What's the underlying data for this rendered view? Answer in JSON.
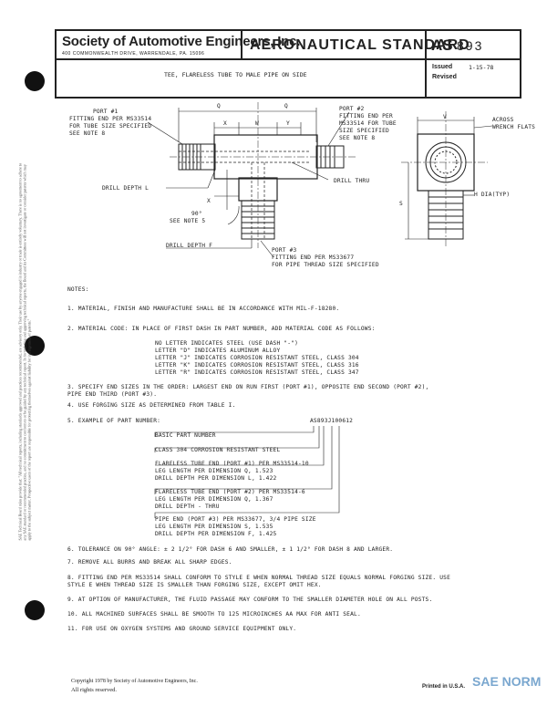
{
  "header": {
    "society": "Society of Automotive Engineers, Inc.",
    "address": "400 COMMONWEALTH DRIVE, WARRENDALE, PA. 15096",
    "standard": "AERONAUTICAL STANDARD",
    "as_label": "AS",
    "as_number": "893",
    "title": "TEE, FLARELESS TUBE TO MALE PIPE ON SIDE",
    "issued_label": "Issued",
    "issued_date": "1-15-78",
    "revised_label": "Revised"
  },
  "drawing": {
    "port1_title": "PORT #1",
    "port1_lines": [
      "FITTING END PER MS33514",
      "FOR TUBE SIZE SPECIFIED",
      "SEE NOTE 8"
    ],
    "port2_title": "PORT #2",
    "port2_lines": [
      "FITTING END PER",
      "MS33514 FOR TUBE",
      "SIZE SPECIFIED",
      "SEE NOTE 8"
    ],
    "port3_title": "PORT #3",
    "port3_lines": [
      "FITTING END PER MS33677",
      "FOR PIPE THREAD SIZE SPECIFIED"
    ],
    "drill_depth_l": "DRILL DEPTH L",
    "drill_depth_f": "DRILL DEPTH F",
    "drill_thru": "DRILL THRU",
    "angle": "90°",
    "angle_note": "SEE NOTE 5",
    "across_flats": [
      "ACROSS",
      "WRENCH FLATS"
    ],
    "dia_typ": "H DIA(TYP)",
    "dims": {
      "q1": "Q",
      "q2": "Q",
      "x": "X",
      "w": "W",
      "y": "Y",
      "v": "V",
      "s": "S"
    }
  },
  "notes_label": "NOTES:",
  "notes": [
    "1.  MATERIAL, FINISH AND MANUFACTURE SHALL BE IN ACCORDANCE WITH MIL-F-18280.",
    "2.  MATERIAL CODE:  IN PLACE OF FIRST DASH IN PART NUMBER, ADD MATERIAL CODE AS FOLLOWS:",
    "3.  SPECIFY END SIZES IN THE ORDER:  LARGEST END ON RUN FIRST (PORT #1), OPPOSITE END SECOND (PORT #2),",
    "    PIPE END THIRD (PORT #3).",
    "4.  USE FORGING SIZE AS DETERMINED FROM TABLE I.",
    "5.  EXAMPLE OF PART NUMBER:"
  ],
  "material_codes": [
    "NO LETTER INDICATES STEEL (USE DASH \"-\")",
    "LETTER \"D\" INDICATES ALUMINUM ALLOY",
    "LETTER \"J\" INDICATES CORROSION RESISTANT STEEL, CLASS 304",
    "LETTER \"K\" INDICATES CORROSION RESISTANT STEEL, CLASS 316",
    "LETTER \"R\" INDICATES CORROSION RESISTANT STEEL, CLASS 347"
  ],
  "example": {
    "part_number": "AS893J100612",
    "basic": "BASIC PART NUMBER",
    "class": "CLASS 304 CORROSION RESISTANT STEEL",
    "port1": [
      "FLARELESS TUBE END (PORT #1) PER MS33514-10",
      "LEG LENGTH PER DIMENSION Q, 1.523",
      "DRILL DEPTH PER DIMENSION L, 1.422"
    ],
    "port2": [
      "FLARELESS TUBE END (PORT #2) PER MS33514-6",
      "LEG LENGTH PER DIMENSION Q, 1.367",
      "DRILL DEPTH - THRU"
    ],
    "port3": [
      "PIPE END (PORT #3) PER MS33677, 3/4 PIPE SIZE",
      "LEG LENGTH PER DIMENSION S, 1.535",
      "DRILL DEPTH PER DIMENSION F, 1.425"
    ]
  },
  "notes_after": [
    "6.  TOLERANCE ON 90° ANGLE: ± 2 1/2° FOR DASH 6 AND SMALLER, ± 1 1/2° FOR DASH 8 AND LARGER.",
    "7.  REMOVE ALL BURRS AND BREAK ALL SHARP EDGES.",
    "8.  FITTING END PER MS33514 SHALL CONFORM TO STYLE E WHEN NORMAL THREAD SIZE EQUALS NORMAL FORGING SIZE.  USE",
    "    STYLE E WHEN THREAD SIZE IS SMALLER THAN FORGING SIZE, EXCEPT OMIT HEX.",
    "9.  AT OPTION OF MANUFACTURER, THE FLUID PASSAGE MAY CONFORM TO THE SMALLER DIAMETER HOLE ON ALL POSTS.",
    "10. ALL MACHINED SURFACES SHALL BE SMOOTH TO 125 MICROINCHES AA MAX FOR ANTI SEAL.",
    "11. FOR USE ON OXYGEN SYSTEMS AND GROUND SERVICE EQUIPMENT ONLY."
  ],
  "side_text": "SAE Technical Board rules provide that: \"All technical reports, including standards approved and practices recommended, are advisory only. Their use by anyone engaged in industry or trade is entirely voluntary. There is no agreement to adhere to any SAE standard or recommended practice, and no commitment to conform to or be guided by any technical report. In formulating and approving technical reports, the Board and its Committees will not investigate or consider patents which may apply to the subject matter. Prospective users of the report are responsible for protecting themselves against liability for infringement of patents.\"",
  "footer": {
    "copyright": "Copyright 1978  by Society of Automotive Engineers, Inc.",
    "rights": "All rights reserved.",
    "printed": "Printed in U.S.A.",
    "watermark": "SAE NORM"
  }
}
